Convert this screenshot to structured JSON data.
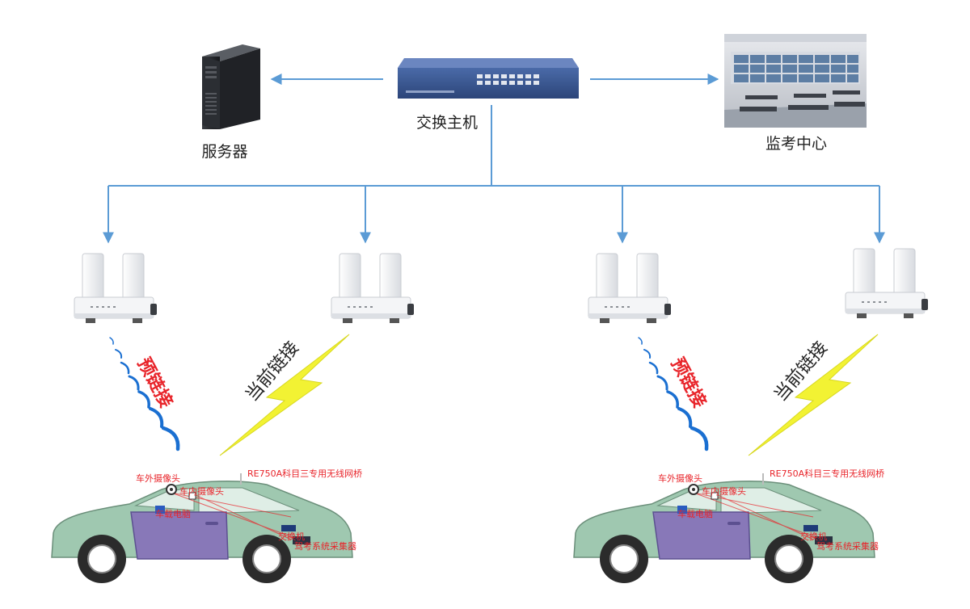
{
  "colors": {
    "line": "#5b9bd5",
    "wave": "#1a6fd1",
    "red": "#e8242a",
    "bolt": "#f2f233",
    "car_body": "#9fc8b0",
    "car_door": "#8878b8"
  },
  "center": {
    "server_label": "服务器",
    "switch_label": "交换主机",
    "monitor_label": "监考中心"
  },
  "links": {
    "pre": "预链接",
    "current": "当前链接"
  },
  "car": {
    "ext_camera": "车外摄像头",
    "int_camera": "车内摄像头",
    "computer": "车载电脑",
    "bridge": "RE750A科目三专用无线网桥",
    "switch": "交换机",
    "collector": "驾考系统采集器"
  },
  "icons": [
    "server-icon",
    "network-switch-icon",
    "monitor-center-icon",
    "wireless-bridge-icon",
    "car-icon"
  ]
}
